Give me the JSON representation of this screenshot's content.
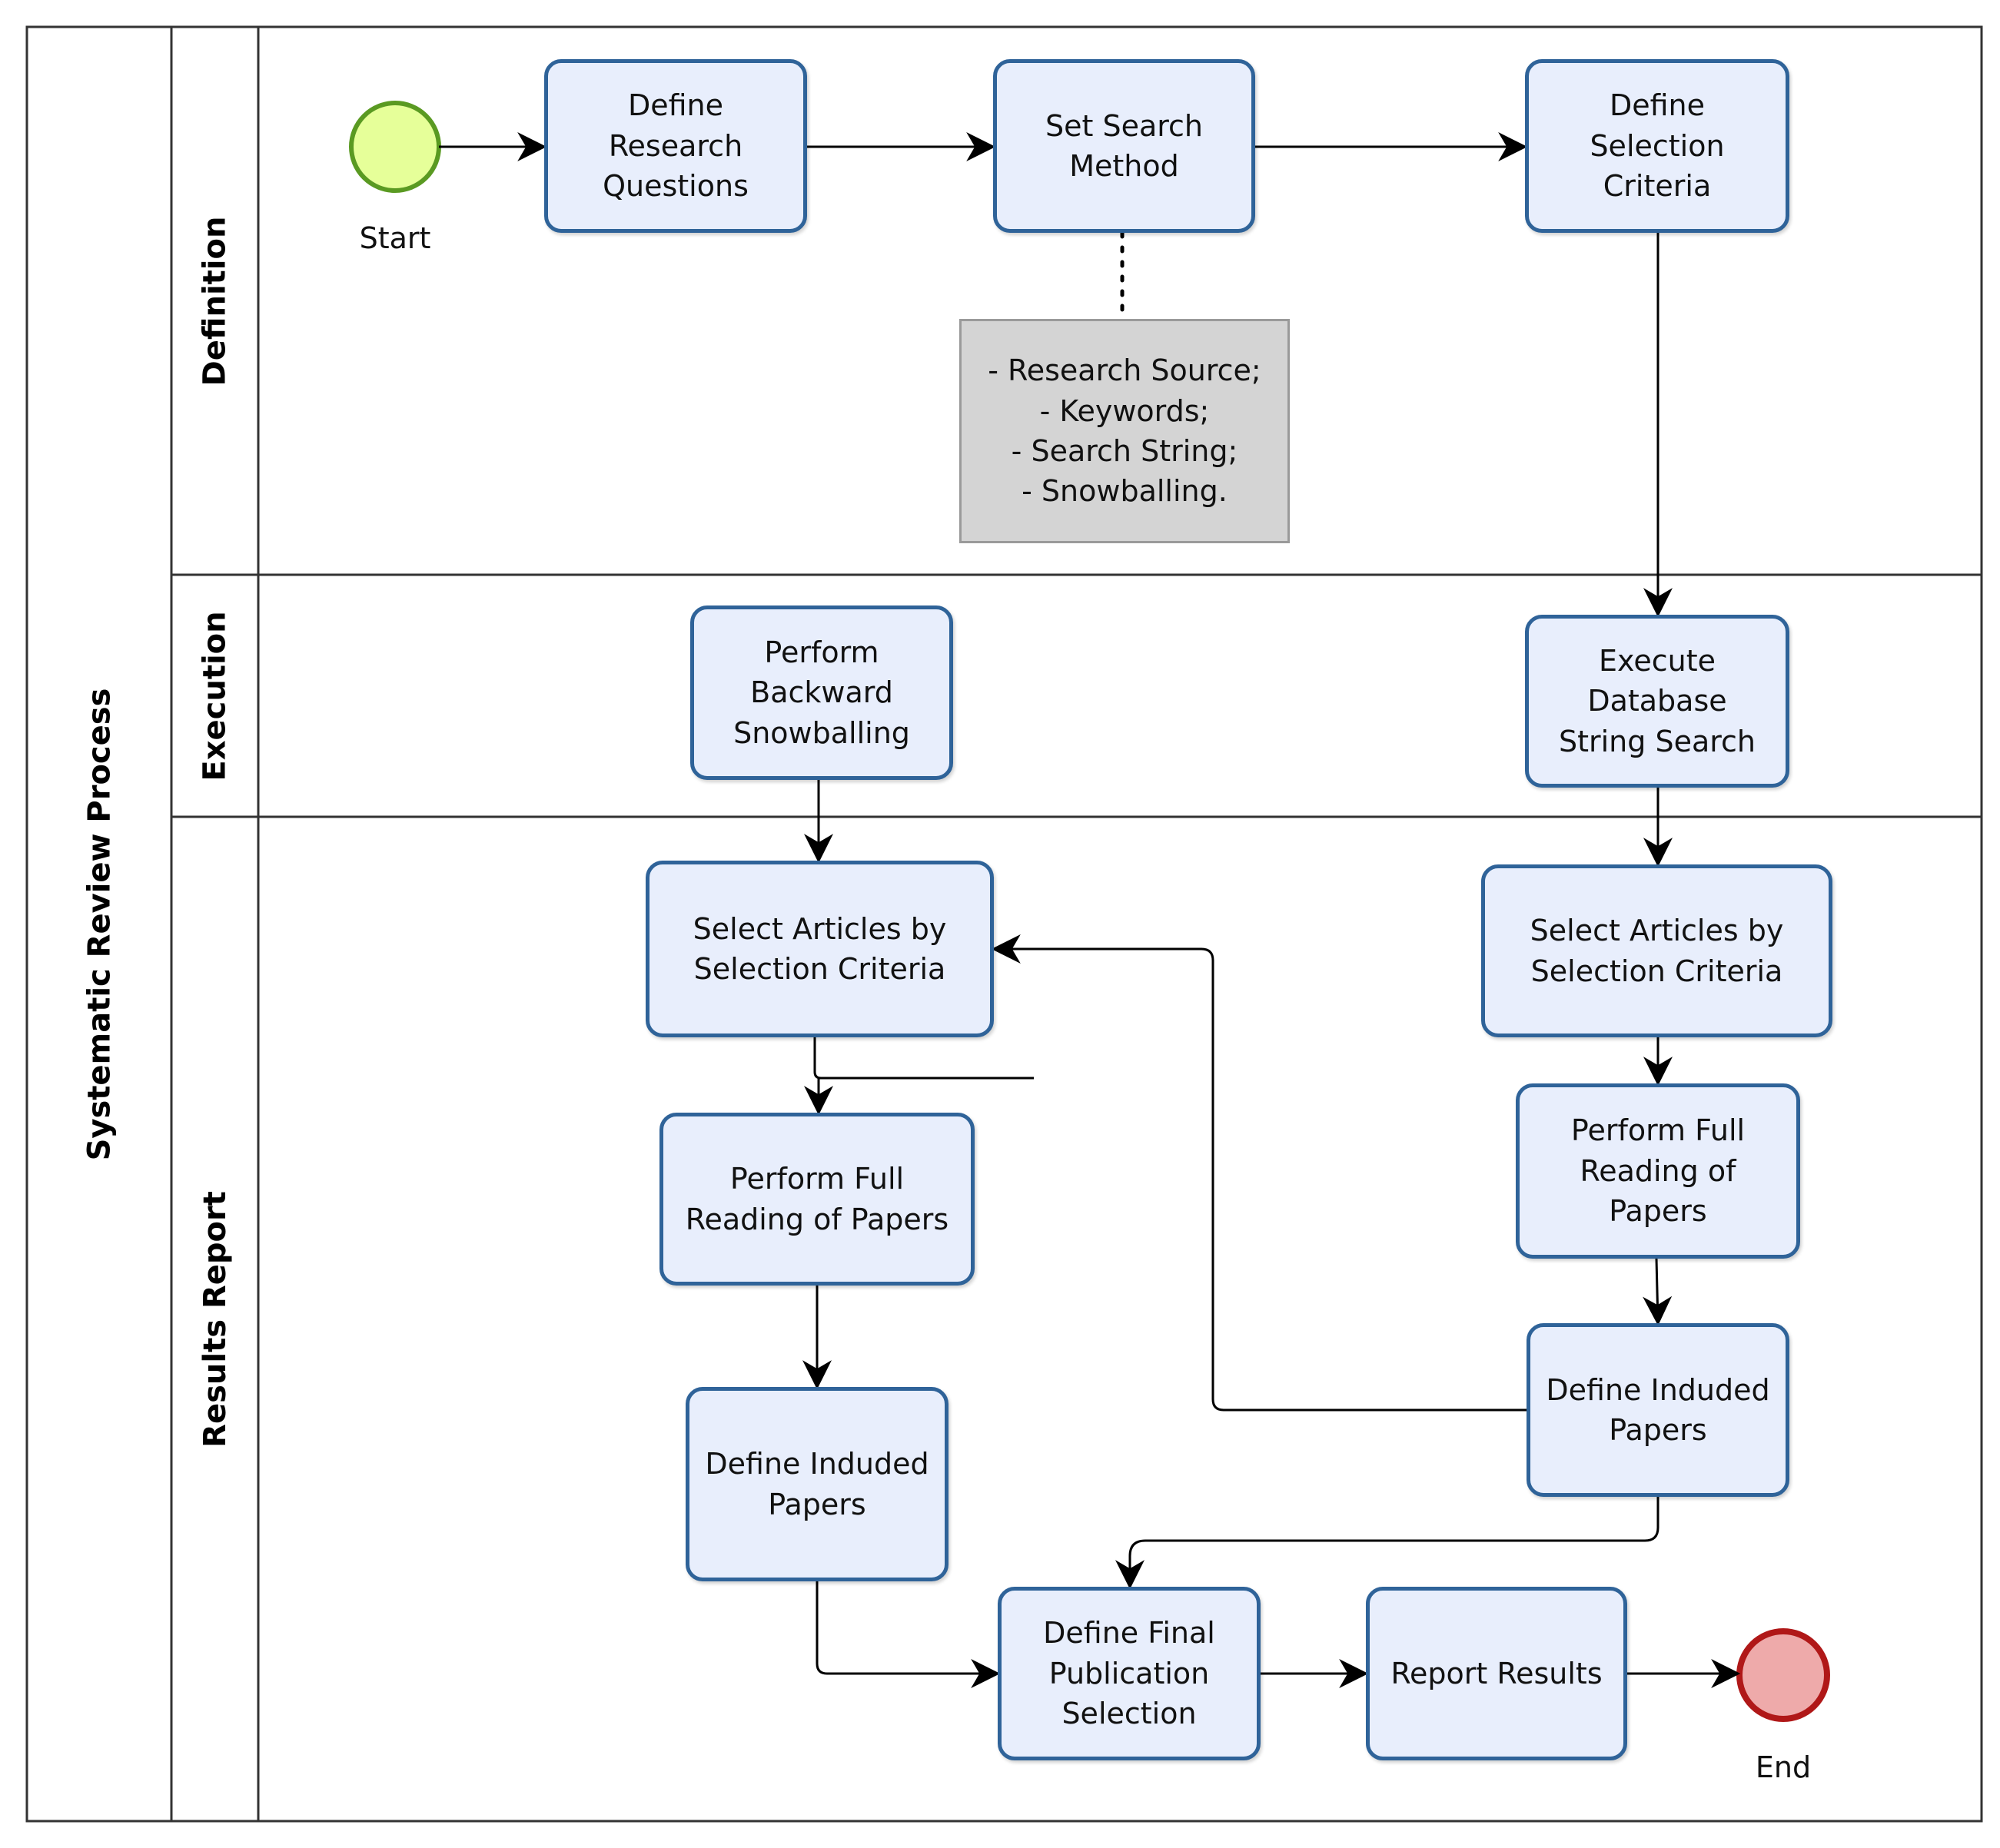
{
  "pool": {
    "title": "Systematic Review Process"
  },
  "lanes": {
    "definition": "Definition",
    "execution": "Execution",
    "results": "Results Report"
  },
  "events": {
    "start": "Start",
    "end": "End"
  },
  "tasks": {
    "define_research_questions": "Define Research Questions",
    "set_search_method": "Set Search Method",
    "define_selection_criteria": "Define Selection Criteria",
    "perform_backward_snowballing": "Perform Backward Snowballing",
    "execute_database_string_search": "Execute Database String Search",
    "select_articles_left": "Select Articles by Selection Criteria",
    "select_articles_right": "Select Articles by Selection Criteria",
    "perform_full_reading_left": "Perform Full Reading of Papers",
    "perform_full_reading_right": "Perform Full Reading of Papers",
    "define_included_left": "Define Induded Papers",
    "define_included_right": "Define Induded Papers",
    "define_final_publication_selection": "Define Final Publication Selection",
    "report_results": "Report Results"
  },
  "annotation": {
    "text": "- Research Source;\n- Keywords;\n- Search String;\n- Snowballing."
  },
  "colors": {
    "task_fill": "#e8eefc",
    "task_border": "#2f6399",
    "start_fill": "#e6ff99",
    "start_border": "#5a9a22",
    "end_fill": "#eeaaaa",
    "end_border": "#b01818",
    "annotation_fill": "#d4d4d4"
  }
}
